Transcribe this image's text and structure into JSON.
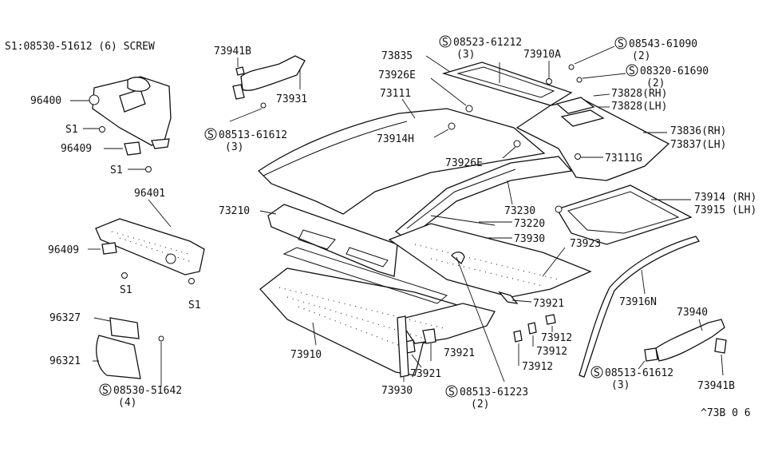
{
  "screw_note": "S1:08530-51612 (6) SCREW",
  "footer_code": "^73B 0 6",
  "labels": {
    "l96400": "96400",
    "l96409a": "96409",
    "l96409b": "96409",
    "l96401": "96401",
    "l96327": "96327",
    "l96321": "96321",
    "s1a": "S1",
    "s1b": "S1",
    "s1c": "S1",
    "s1d": "S1",
    "p08530_51642": "08530-51642",
    "p08530_51642_qty": "(4)",
    "l73941b_top": "73941B",
    "l73931": "73931",
    "p08513_61612a": "08513-61612",
    "p08513_61612a_qty": "(3)",
    "l73835": "73835",
    "p08523_61212": "08523-61212",
    "p08523_61212_qty": "(3)",
    "l73910a": "73910A",
    "p08543_61090": "08543-61090",
    "p08543_61090_qty": "(2)",
    "p08320_61690": "08320-61690",
    "p08320_61690_qty": "(2)",
    "l73926e_top": "73926E",
    "l73828rh": "73828(RH)",
    "l73828lh": "73828(LH)",
    "l73111": "73111",
    "l73836": "73836(RH)",
    "l73837": "73837(LH)",
    "l73914h": "73914H",
    "l73926e_mid": "73926E",
    "l73111g": "73111G",
    "l73230": "73230",
    "l73914": "73914 (RH)",
    "l73915": "73915 (LH)",
    "l73210": "73210",
    "l73220": "73220",
    "l73930_top": "73930",
    "l73923": "73923",
    "l73916n": "73916N",
    "l73940": "73940",
    "l73921a": "73921",
    "l73912a": "73912",
    "l73912b": "73912",
    "l73912c": "73912",
    "l73910": "73910",
    "l73921b": "73921",
    "l73921c": "73921",
    "l73930_bot": "73930",
    "p08513_61223": "08513-61223",
    "p08513_61223_qty": "(2)",
    "p08513_61612b": "08513-61612",
    "p08513_61612b_qty": "(3)",
    "l73941b_bot": "73941B",
    "s_mark": "S"
  }
}
